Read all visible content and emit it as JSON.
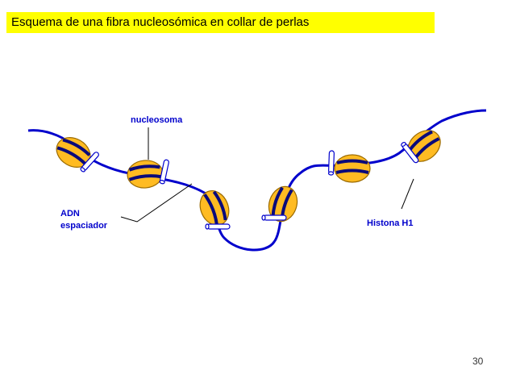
{
  "slide": {
    "title": "Esquema de una fibra nucleosómica en collar de perlas",
    "page_number": "30"
  },
  "labels": {
    "nucleosome": "nucleosoma",
    "linker_dna_line1": "ADN",
    "linker_dna_line2": "espaciador",
    "histone_h1": "Histona H1"
  },
  "colors": {
    "title_background": "#ffff00",
    "dna": "#0000cc",
    "nucleosome_fill": "#ffbb22",
    "label_text": "#0000cc"
  }
}
